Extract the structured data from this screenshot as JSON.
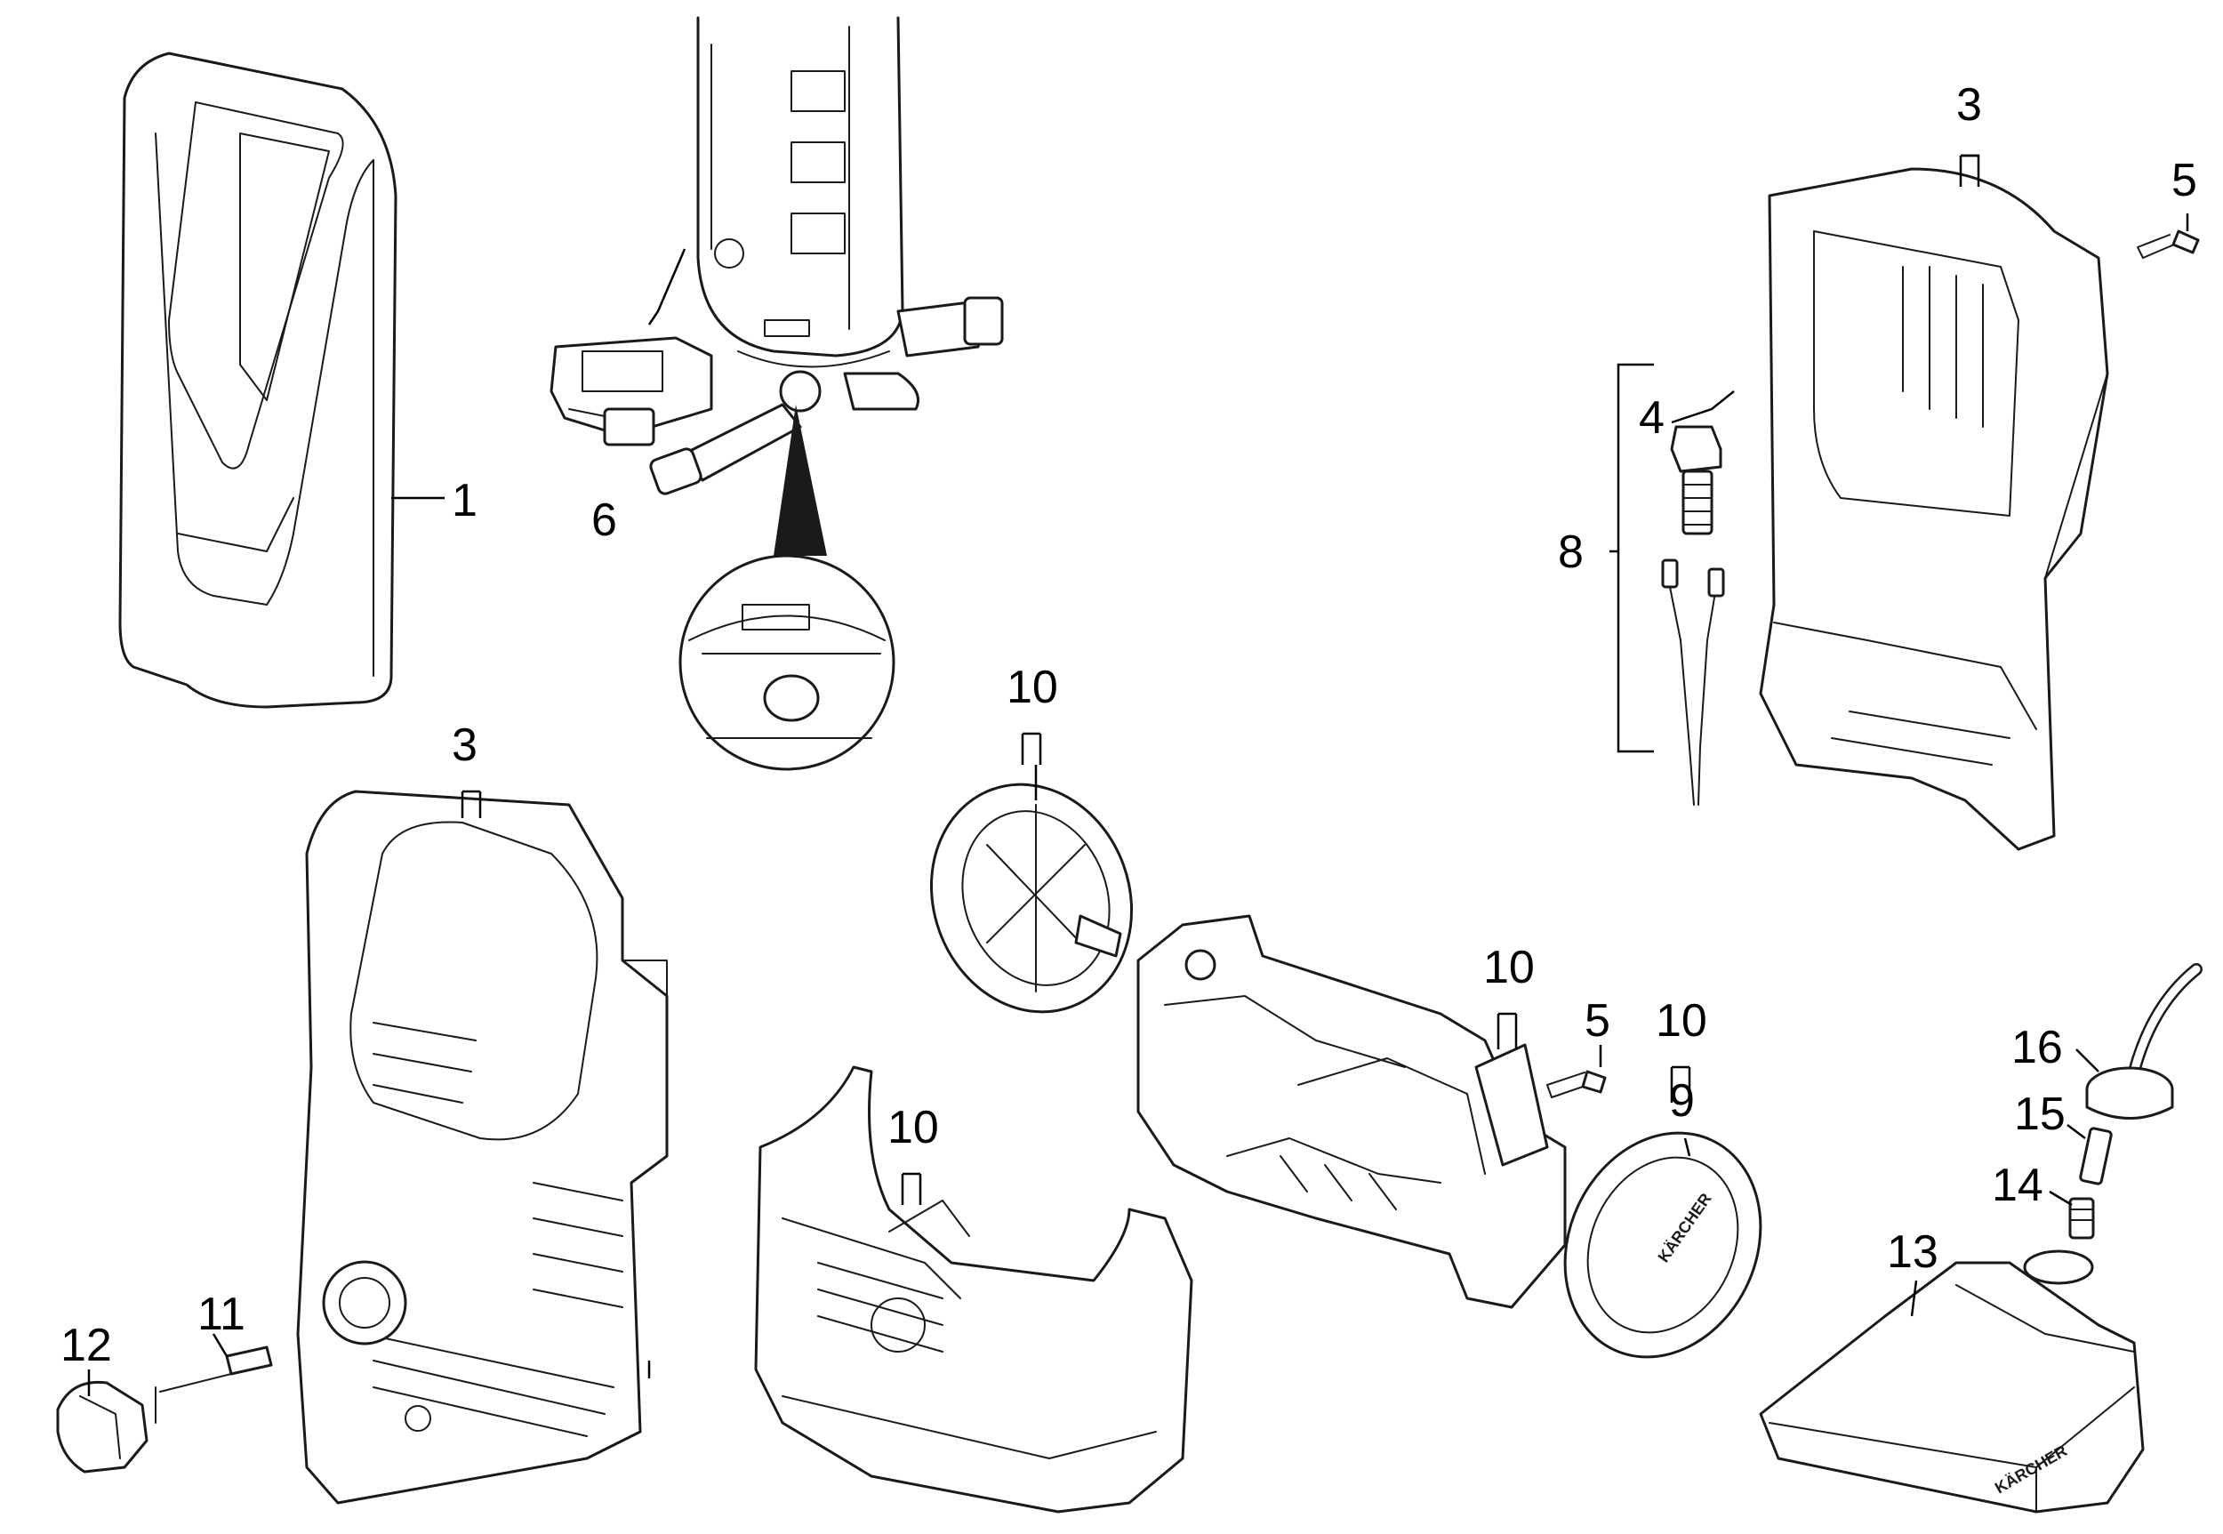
{
  "diagram": {
    "callouts": {
      "c1": "1",
      "c3a": "3",
      "c3b": "3",
      "c4": "4",
      "c5a": "5",
      "c5b": "5",
      "c6": "6",
      "c8": "8",
      "c9": "9",
      "c10a": "10",
      "c10b": "10",
      "c10c": "10",
      "c10d": "10",
      "c11": "11",
      "c12": "12",
      "c13": "13",
      "c14": "14",
      "c15": "15",
      "c16": "16"
    },
    "brand_marks": {
      "wheel_logo": "KÄRCHER",
      "tank_logo": "KÄRCHER"
    },
    "colors": {
      "line": "#1a1a1a",
      "background": "#ffffff"
    }
  }
}
